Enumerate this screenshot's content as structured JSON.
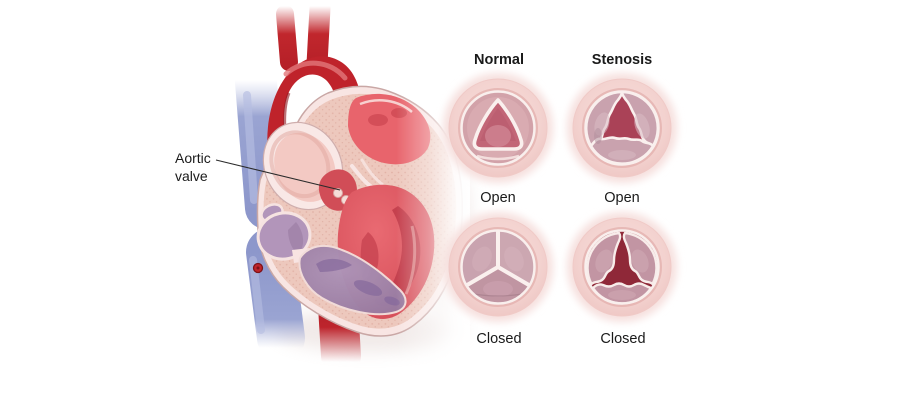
{
  "figure": {
    "type": "medical-illustration",
    "subject": "Aortic valve stenosis comparison",
    "heart": {
      "label": {
        "text": "Aortic valve"
      },
      "parts": [
        "superior-vena-cava",
        "aortic-arch",
        "pulmonary-artery",
        "left-atrium",
        "left-ventricle",
        "right-atrium",
        "right-ventricle",
        "inferior-vena-cava",
        "descending-aorta",
        "aortic-valve",
        "coronary-artery"
      ]
    },
    "valve_panel": {
      "columns": [
        {
          "id": "normal",
          "label": "Normal"
        },
        {
          "id": "stenosis",
          "label": "Stenosis"
        }
      ],
      "rows": [
        {
          "id": "open",
          "label": "Open"
        },
        {
          "id": "closed",
          "label": "Closed"
        }
      ],
      "cells": [
        {
          "column": "normal",
          "row": "open"
        },
        {
          "column": "stenosis",
          "row": "open"
        },
        {
          "column": "normal",
          "row": "closed"
        },
        {
          "column": "stenosis",
          "row": "closed"
        }
      ]
    }
  },
  "colors": {
    "artery_red": "#c0242b",
    "artery_red_dark": "#8f161e",
    "vein_blue": "#8d97cb",
    "heart_wall_cream": "#f8e5e3",
    "myocardium_pink": "#edc8bd",
    "chamber_red": "#e25f67",
    "chamber_purple": "#a88cb0",
    "valve_ring_pink": "#f3d2cf",
    "valve_halo_pink": "#f7e3e1",
    "leaflet_mauve": "#c7a1ad",
    "opening_rose": "#c26677",
    "stenosis_opening_red": "#aa4257",
    "stenosis_gap_red": "#8f2838",
    "cusp_cream": "#faf0ee",
    "label_text": "#1a1a1a",
    "label_line": "#2b2b2b"
  }
}
